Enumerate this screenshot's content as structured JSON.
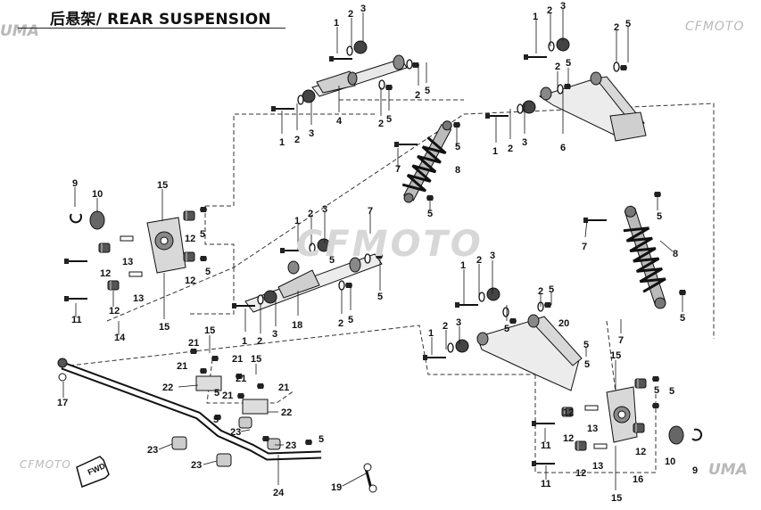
{
  "header": {
    "title": "后悬架/ REAR SUSPENSION"
  },
  "watermarks": {
    "uma": "UMA",
    "cfmoto": "CFMOTO"
  },
  "fwd_label": "FWD",
  "callouts": {
    "a1": "1",
    "a2": "2",
    "a3": "3",
    "a4": "4",
    "a5": "5",
    "a6": "2",
    "a7": "5",
    "a8": "5",
    "a9": "2",
    "a10": "1",
    "a11": "2",
    "a12": "3",
    "a13": "5",
    "a14": "7",
    "a15": "8",
    "a16": "7",
    "a17": "5",
    "b1": "1",
    "b2": "2",
    "b3": "3",
    "b4": "2",
    "b5": "5",
    "b6": "2",
    "b7": "5",
    "b8": "5",
    "b9": "1",
    "b10": "2",
    "b11": "3",
    "b12": "6",
    "b13": "5",
    "b14": "7",
    "b15": "8",
    "b16": "5",
    "b17": "7",
    "c1": "9",
    "c2": "10",
    "c3": "15",
    "c4": "12",
    "c5": "5",
    "c6": "12",
    "c7": "12",
    "c8": "13",
    "c9": "5",
    "c10": "13",
    "c11": "11",
    "c12": "12",
    "c13": "12",
    "c14": "11",
    "c15": "14",
    "c16": "15",
    "d1": "1",
    "d2": "2",
    "d3": "3",
    "d4": "5",
    "d5": "18",
    "d6": "1",
    "d7": "2",
    "d8": "3",
    "d9": "2",
    "d10": "5",
    "d11": "5",
    "e1": "1",
    "e2": "2",
    "e3": "3",
    "e4": "5",
    "e5": "1",
    "e6": "2",
    "e7": "3",
    "e8": "2",
    "e9": "5",
    "e10": "20",
    "e11": "5",
    "e12": "5",
    "e13": "7",
    "f1": "15",
    "f2": "5",
    "f3": "5",
    "f4": "12",
    "f5": "13",
    "f6": "11",
    "f7": "12",
    "f8": "12",
    "f9": "13",
    "f10": "11",
    "f11": "12",
    "f12": "15",
    "f13": "16",
    "f14": "10",
    "f15": "9",
    "g1": "17",
    "g2": "15",
    "g3": "21",
    "g4": "21",
    "g5": "21",
    "g6": "22",
    "g7": "5",
    "g8": "15",
    "g9": "21",
    "g10": "21",
    "g11": "21",
    "g12": "22",
    "g13": "5",
    "g14": "23",
    "g15": "23",
    "g16": "23",
    "g17": "23",
    "g18": "5",
    "g19": "24",
    "g20": "19"
  }
}
